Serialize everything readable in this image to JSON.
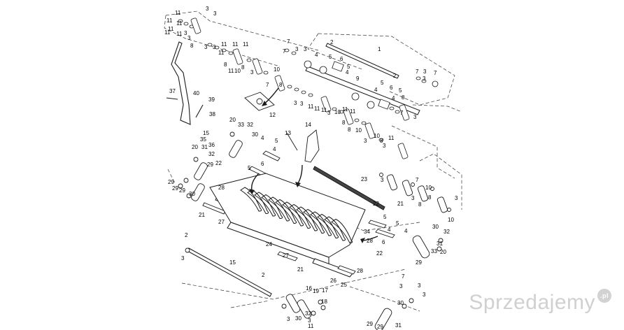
{
  "diagram": {
    "callouts": [
      {
        "id": "c11a",
        "t": "11"
      },
      {
        "id": "c3a",
        "t": "3"
      },
      {
        "id": "c3b",
        "t": "3"
      },
      {
        "id": "c11b",
        "t": "11"
      },
      {
        "id": "c11c",
        "t": "11"
      },
      {
        "id": "c11d",
        "t": "11"
      },
      {
        "id": "c3c",
        "t": "3"
      },
      {
        "id": "c11e",
        "t": "11"
      },
      {
        "id": "c11f",
        "t": "11"
      },
      {
        "id": "c3d",
        "t": "3"
      },
      {
        "id": "c8a",
        "t": "8"
      },
      {
        "id": "c3e",
        "t": "3"
      },
      {
        "id": "c3f",
        "t": "3"
      },
      {
        "id": "c11g",
        "t": "11"
      },
      {
        "id": "c11h",
        "t": "11"
      },
      {
        "id": "c11i",
        "t": "11"
      },
      {
        "id": "c11j",
        "t": "11"
      },
      {
        "id": "c8b",
        "t": "8"
      },
      {
        "id": "c11k",
        "t": "11"
      },
      {
        "id": "c10a",
        "t": "10"
      },
      {
        "id": "c8c",
        "t": "8"
      },
      {
        "id": "c3g",
        "t": "3"
      },
      {
        "id": "c7a",
        "t": "7"
      },
      {
        "id": "c10b",
        "t": "10"
      },
      {
        "id": "c8d",
        "t": "8"
      },
      {
        "id": "c2a",
        "t": "2"
      },
      {
        "id": "c1",
        "t": "1"
      },
      {
        "id": "c7b",
        "t": "7"
      },
      {
        "id": "c3h",
        "t": "3"
      },
      {
        "id": "c7c",
        "t": "7"
      },
      {
        "id": "c3i",
        "t": "3"
      },
      {
        "id": "c4a",
        "t": "4"
      },
      {
        "id": "c5a",
        "t": "5"
      },
      {
        "id": "c6a",
        "t": "6"
      },
      {
        "id": "c5b",
        "t": "5"
      },
      {
        "id": "c4b",
        "t": "4"
      },
      {
        "id": "c9",
        "t": "9"
      },
      {
        "id": "c2b",
        "t": "2"
      },
      {
        "id": "c7d",
        "t": "7"
      },
      {
        "id": "c3j",
        "t": "3"
      },
      {
        "id": "c3k",
        "t": "3"
      },
      {
        "id": "c7e",
        "t": "7"
      },
      {
        "id": "c5c",
        "t": "5"
      },
      {
        "id": "c4c",
        "t": "4"
      },
      {
        "id": "c6b",
        "t": "6"
      },
      {
        "id": "c5d",
        "t": "5"
      },
      {
        "id": "c4d",
        "t": "4"
      },
      {
        "id": "c3l",
        "t": "3"
      },
      {
        "id": "c3m",
        "t": "3"
      },
      {
        "id": "c11l",
        "t": "11"
      },
      {
        "id": "c11m",
        "t": "11"
      },
      {
        "id": "c11n",
        "t": "11"
      },
      {
        "id": "c3n",
        "t": "3"
      },
      {
        "id": "c10c",
        "t": "10"
      },
      {
        "id": "c11o",
        "t": "11"
      },
      {
        "id": "c8e",
        "t": "8"
      },
      {
        "id": "c11p",
        "t": "11"
      },
      {
        "id": "c10d",
        "t": "10"
      },
      {
        "id": "c10e",
        "t": "10"
      },
      {
        "id": "c8f",
        "t": "8"
      },
      {
        "id": "c3o",
        "t": "3"
      },
      {
        "id": "c3p",
        "t": "3"
      },
      {
        "id": "c8g",
        "t": "8"
      },
      {
        "id": "c11q",
        "t": "11"
      },
      {
        "id": "c8h",
        "t": "8"
      },
      {
        "id": "c7f",
        "t": "7"
      },
      {
        "id": "c3q",
        "t": "3"
      },
      {
        "id": "c37",
        "t": "37"
      },
      {
        "id": "c40",
        "t": "40"
      },
      {
        "id": "c39",
        "t": "39"
      },
      {
        "id": "c38",
        "t": "38"
      },
      {
        "id": "c12",
        "t": "12"
      },
      {
        "id": "c15a",
        "t": "15"
      },
      {
        "id": "c35",
        "t": "35"
      },
      {
        "id": "c36",
        "t": "36"
      },
      {
        "id": "c20a",
        "t": "20"
      },
      {
        "id": "c33a",
        "t": "33"
      },
      {
        "id": "c32a",
        "t": "32"
      },
      {
        "id": "c30a",
        "t": "30"
      },
      {
        "id": "c20b",
        "t": "20"
      },
      {
        "id": "c31a",
        "t": "31"
      },
      {
        "id": "c32b",
        "t": "32"
      },
      {
        "id": "c13",
        "t": "13"
      },
      {
        "id": "c14",
        "t": "14"
      },
      {
        "id": "c4e",
        "t": "4"
      },
      {
        "id": "c5e",
        "t": "5"
      },
      {
        "id": "c4f",
        "t": "4"
      },
      {
        "id": "c6c",
        "t": "6"
      },
      {
        "id": "c5f",
        "t": "5"
      },
      {
        "id": "c29a",
        "t": "29"
      },
      {
        "id": "c22a",
        "t": "22"
      },
      {
        "id": "c28a",
        "t": "28"
      },
      {
        "id": "c29b",
        "t": "29"
      },
      {
        "id": "c29c",
        "t": "29"
      },
      {
        "id": "c29d",
        "t": "29"
      },
      {
        "id": "c30b",
        "t": "30"
      },
      {
        "id": "c21a",
        "t": "21"
      },
      {
        "id": "c27a",
        "t": "27"
      },
      {
        "id": "c23",
        "t": "23"
      },
      {
        "id": "c21b",
        "t": "21"
      },
      {
        "id": "c22b",
        "t": "22"
      },
      {
        "id": "c3r",
        "t": "3"
      },
      {
        "id": "c7g",
        "t": "7"
      },
      {
        "id": "c10f",
        "t": "10"
      },
      {
        "id": "c8i",
        "t": "8"
      },
      {
        "id": "c3s",
        "t": "3"
      },
      {
        "id": "c8j",
        "t": "8"
      },
      {
        "id": "c3t",
        "t": "3"
      },
      {
        "id": "c10g",
        "t": "10"
      },
      {
        "id": "c5g",
        "t": "5"
      },
      {
        "id": "c4g",
        "t": "4"
      },
      {
        "id": "c5h",
        "t": "5"
      },
      {
        "id": "c4h",
        "t": "4"
      },
      {
        "id": "c34",
        "t": "34"
      },
      {
        "id": "c6d",
        "t": "6"
      },
      {
        "id": "c28b",
        "t": "28"
      },
      {
        "id": "c22c",
        "t": "22"
      },
      {
        "id": "c24",
        "t": "24"
      },
      {
        "id": "c30c",
        "t": "30"
      },
      {
        "id": "c32c",
        "t": "32"
      },
      {
        "id": "c31b",
        "t": "31"
      },
      {
        "id": "c33b",
        "t": "33"
      },
      {
        "id": "c20c",
        "t": "20"
      },
      {
        "id": "c29e",
        "t": "29"
      },
      {
        "id": "c2c",
        "t": "2"
      },
      {
        "id": "c3u",
        "t": "3"
      },
      {
        "id": "c15b",
        "t": "15"
      },
      {
        "id": "c27b",
        "t": "27"
      },
      {
        "id": "c21c",
        "t": "21"
      },
      {
        "id": "c2d",
        "t": "2"
      },
      {
        "id": "c28c",
        "t": "28"
      },
      {
        "id": "c26",
        "t": "26"
      },
      {
        "id": "c25",
        "t": "25"
      },
      {
        "id": "c16",
        "t": "16"
      },
      {
        "id": "c19",
        "t": "19"
      },
      {
        "id": "c17",
        "t": "17"
      },
      {
        "id": "c18",
        "t": "18"
      },
      {
        "id": "c7h",
        "t": "7"
      },
      {
        "id": "c3v",
        "t": "3"
      },
      {
        "id": "c3w",
        "t": "3"
      },
      {
        "id": "c30d",
        "t": "30"
      },
      {
        "id": "c3x",
        "t": "3"
      },
      {
        "id": "c11r",
        "t": "11"
      },
      {
        "id": "c29f",
        "t": "29"
      },
      {
        "id": "c31c",
        "t": "31"
      },
      {
        "id": "c3y",
        "t": "3"
      },
      {
        "id": "c30e",
        "t": "30"
      },
      {
        "id": "c32d",
        "t": "32"
      },
      {
        "id": "c3z",
        "t": "3"
      },
      {
        "id": "c29g",
        "t": "29"
      }
    ]
  },
  "watermark": {
    "text": "Sprzedajemy",
    "badge": ".pl"
  },
  "colors": {
    "line": "#1a1a1a",
    "text": "#000000",
    "watermark": "#c8c8c8"
  }
}
